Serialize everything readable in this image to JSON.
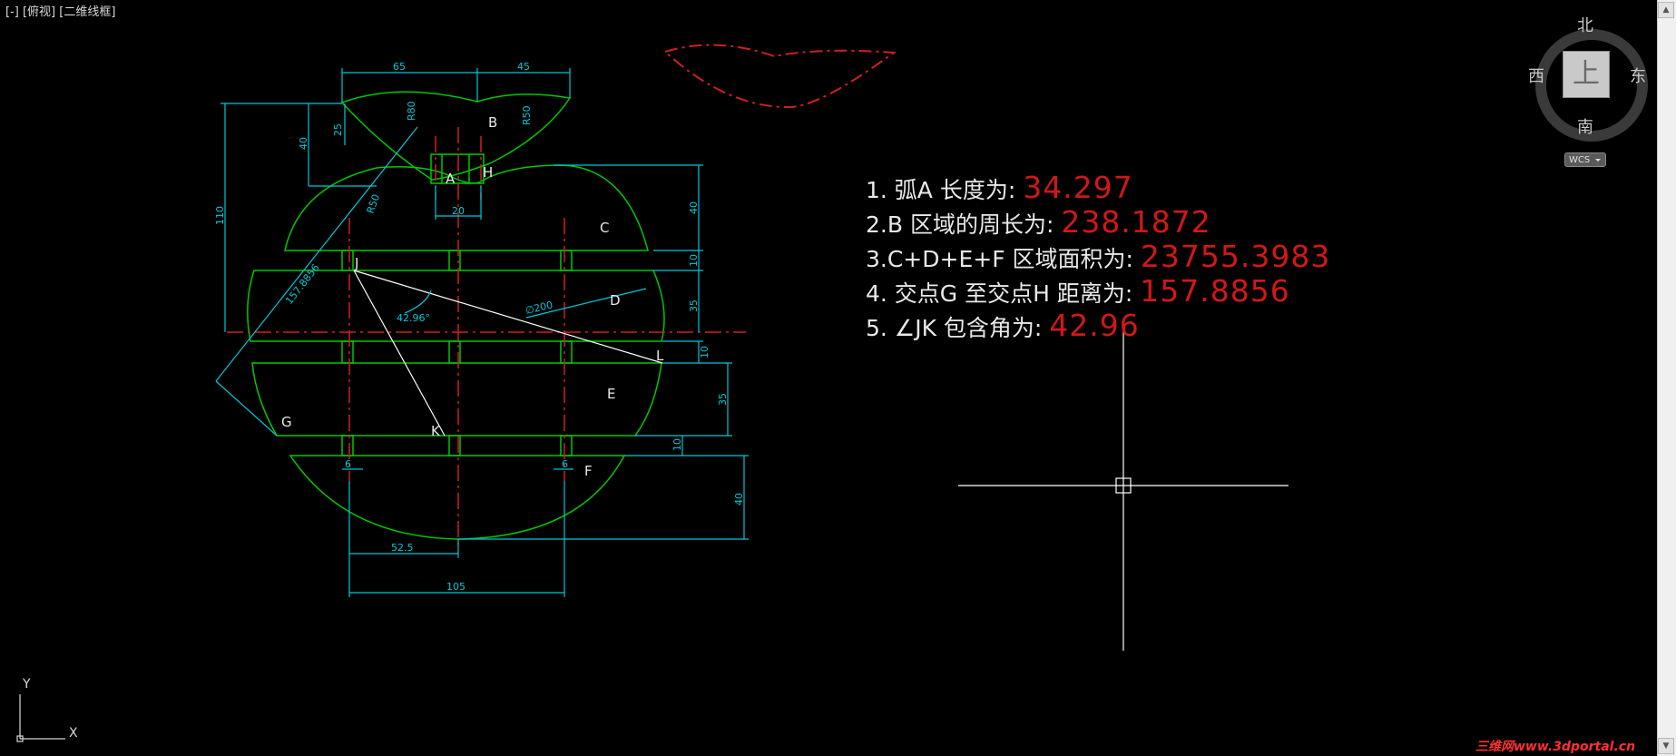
{
  "viewport": {
    "label_minus": "[-]",
    "label_view": "[俯视]",
    "label_style": "[二维线框]"
  },
  "drawing_labels": {
    "dim_65": "65",
    "dim_45": "45",
    "dim_25": "25",
    "dim_40_top": "40",
    "dim_110": "110",
    "dim_r80": "R80",
    "dim_r50": "R50",
    "dim_r50_side": "R50",
    "dim_20": "20",
    "dim_40_right": "40",
    "dim_10_a": "10",
    "dim_35_a": "35",
    "dim_10_b": "10",
    "dim_35_b": "35",
    "dim_10_c": "10",
    "dim_40_bottom": "40",
    "dim_157": "157.8856",
    "dim_angle": "42.96°",
    "dim_phi200": "∅200",
    "dim_6_left": "6",
    "dim_6_right": "6",
    "dim_52_5": "52.5",
    "dim_105": "105",
    "pt_A": "A",
    "pt_B": "B",
    "pt_C": "C",
    "pt_D": "D",
    "pt_E": "E",
    "pt_F": "F",
    "pt_G": "G",
    "pt_H": "H",
    "pt_J": "J",
    "pt_K": "K",
    "pt_L": "L"
  },
  "results": [
    {
      "label": "1. 弧A 长度为:",
      "value": "34.297"
    },
    {
      "label": "2.B 区域的周长为:",
      "value": "238.1872"
    },
    {
      "label": "3.C+D+E+F 区域面积为:",
      "value": "23755.3983"
    },
    {
      "label": "4. 交点G 至交点H 距离为:",
      "value": "157.8856"
    },
    {
      "label": "5. ∠JK 包含角为:",
      "value": "42.96"
    }
  ],
  "nav_cube": {
    "north": "北",
    "south": "南",
    "west": "西",
    "east": "东",
    "face": "上",
    "wcs": "WCS"
  },
  "ucs": {
    "y": "Y",
    "x": "X"
  },
  "watermark": "三维网www.3dportal.cn",
  "colors": {
    "background": "#000000",
    "geometry": "#00c800",
    "dimension": "#00c8d8",
    "centerline": "#d02020",
    "result_value": "#d01818"
  }
}
